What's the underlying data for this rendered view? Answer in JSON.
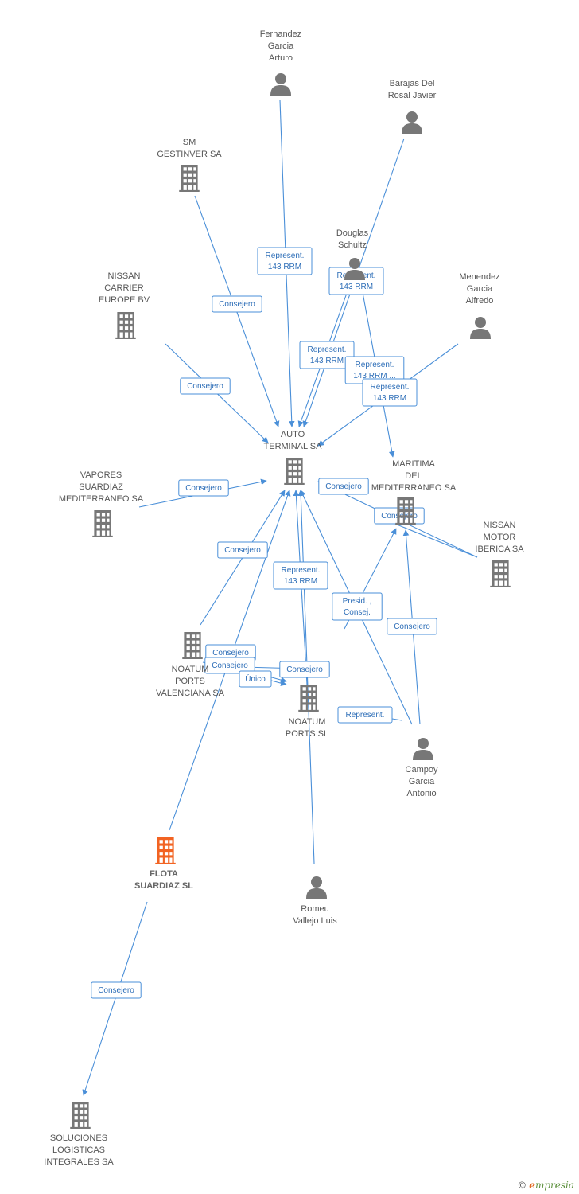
{
  "colors": {
    "edge": "#4a8fd8",
    "company": "#777777",
    "person": "#777777",
    "focus": "#f26322"
  },
  "nodes": [
    {
      "id": "fernandez",
      "type": "person",
      "label": [
        "Fernandez",
        "Garcia",
        "Arturo"
      ]
    },
    {
      "id": "barajas",
      "type": "person",
      "label": [
        "Barajas Del",
        "Rosal Javier"
      ]
    },
    {
      "id": "sm_gestinver",
      "type": "company",
      "label": [
        "SM",
        "GESTINVER SA"
      ]
    },
    {
      "id": "douglas",
      "type": "person",
      "label": [
        "Douglas",
        "Schultz"
      ]
    },
    {
      "id": "nissan_carrier",
      "type": "company",
      "label": [
        "NISSAN",
        "CARRIER",
        "EUROPE BV"
      ]
    },
    {
      "id": "menendez",
      "type": "person",
      "label": [
        "Menendez",
        "Garcia",
        "Alfredo"
      ]
    },
    {
      "id": "auto_terminal",
      "type": "company",
      "label": [
        "AUTO",
        "TERMINAL SA"
      ]
    },
    {
      "id": "maritima",
      "type": "company",
      "label": [
        "MARITIMA",
        "DEL",
        "MEDITERRANEO SA"
      ]
    },
    {
      "id": "vapores",
      "type": "company",
      "label": [
        "VAPORES",
        "SUARDIAZ",
        "MEDITERRANEO SA"
      ]
    },
    {
      "id": "nissan_motor",
      "type": "company",
      "label": [
        "NISSAN",
        "MOTOR",
        "IBERICA SA"
      ]
    },
    {
      "id": "noatum_valenciana",
      "type": "company",
      "label": [
        "NOATUM",
        "PORTS",
        "VALENCIANA SA"
      ]
    },
    {
      "id": "noatum_sl",
      "type": "company",
      "label": [
        "NOATUM",
        "PORTS SL"
      ]
    },
    {
      "id": "campoy",
      "type": "person",
      "label": [
        "Campoy",
        "Garcia",
        "Antonio"
      ]
    },
    {
      "id": "flota",
      "type": "focus",
      "label": [
        "FLOTA",
        "SUARDIAZ SL"
      ]
    },
    {
      "id": "romeu",
      "type": "person",
      "label": [
        "Romeu",
        "Vallejo Luis"
      ]
    },
    {
      "id": "soluciones",
      "type": "company",
      "label": [
        "SOLUCIONES",
        "LOGISTICAS",
        "INTEGRALES SA"
      ]
    }
  ],
  "edge_labels": [
    [
      "Represent.",
      "143 RRM"
    ],
    [
      "Consejero"
    ],
    [
      "Represent.",
      "143 RRM"
    ],
    [
      "Represent.",
      "143 RRM"
    ],
    [
      "Represent.",
      "143 RRM ..."
    ],
    [
      "Represent.",
      "143 RRM"
    ],
    [
      "Consejero"
    ],
    [
      "Consejero"
    ],
    [
      "Consejero"
    ],
    [
      "Consejero"
    ],
    [
      "Consejero"
    ],
    [
      "Consejero"
    ],
    [
      "Represent.",
      "143 RRM"
    ],
    [
      "Presid. ,",
      "Consej."
    ],
    [
      "Consejero"
    ],
    [
      "Consejero"
    ],
    [
      "Único"
    ],
    [
      "Consejero"
    ],
    [
      "Represent."
    ],
    [
      "Consejero"
    ]
  ],
  "footer": {
    "copyright": "©",
    "brand_initial": "e",
    "brand_rest": "mpresia"
  }
}
